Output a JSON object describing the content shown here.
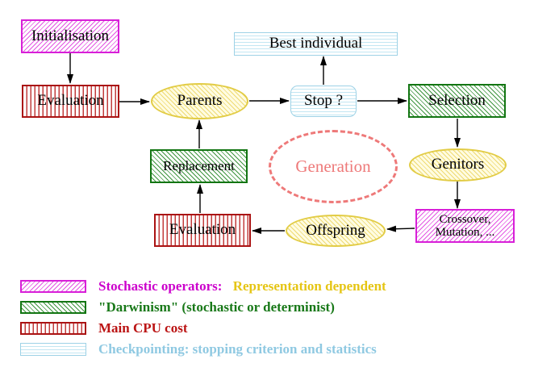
{
  "nodes": {
    "initialisation": "Initialisation",
    "evaluation_top": "Evaluation",
    "parents": "Parents",
    "stop": "Stop ?",
    "best_individual": "Best individual",
    "selection": "Selection",
    "genitors": "Genitors",
    "crossover_line1": "Crossover,",
    "crossover_line2": "Mutation, ...",
    "offspring": "Offspring",
    "evaluation_bottom": "Evaluation",
    "replacement": "Replacement",
    "generation": "Generation"
  },
  "legend": {
    "items": [
      {
        "parts": [
          {
            "text": "Stochastic operators:",
            "color": "#cc00cc"
          },
          {
            "text": "Representation dependent",
            "color": "#e5c514"
          }
        ]
      },
      {
        "parts": [
          {
            "text": "\"Darwinism\" (stochastic or determinist)",
            "color": "#187818"
          }
        ]
      },
      {
        "parts": [
          {
            "text": "Main CPU cost",
            "color": "#bb1414"
          }
        ]
      },
      {
        "parts": [
          {
            "text": "Checkpointing: stopping criterion and statistics",
            "color": "#8fc9e2"
          }
        ]
      }
    ]
  },
  "colors": {
    "stochastic_magenta": "#d81fd8",
    "darwinism_green": "#127512",
    "cpu_red": "#aa1313",
    "checkpoint_cyan": "#9ed2e6",
    "population_yellow": "#e2cc45",
    "generation_salmon": "#ee7979",
    "arrow": "#000000"
  }
}
